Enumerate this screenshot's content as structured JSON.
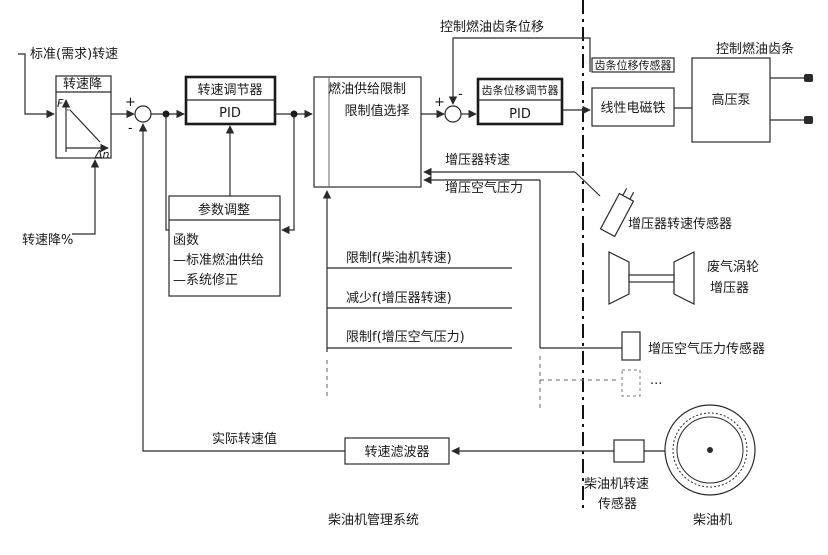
{
  "labels": {
    "std_speed": "标准(需求)转速",
    "speed_drop_box": "转速降",
    "speed_drop_pct": "转速降%",
    "axis_F": "F",
    "axis_dn": "Δn",
    "speed_regulator": "转速调节器",
    "pid1": "PID",
    "param_adjust": "参数调整",
    "func": "函数",
    "func_line1": "—标准燃油供给",
    "func_line2": "—系统修正",
    "fuel_limit": "燃油供给限制",
    "limit_select": "限制值选择",
    "ctrl_rack_pos": "控制燃油齿条位移",
    "rack_regulator": "齿条位移调节器",
    "pid2": "PID",
    "rack_sensor": "齿条位移传感器",
    "solenoid": "线性电磁铁",
    "hp_pump": "高压泵",
    "ctrl_rack": "控制燃油齿条",
    "turbo_speed": "增压器转速",
    "boost_pressure": "增压空气压力",
    "turbo_sensor": "增压器转速传感器",
    "turbocharger_l1": "废气涡轮",
    "turbocharger_l2": "增压器",
    "limit1": "限制f(柴油机转速)",
    "limit2": "减少f(增压器转速)",
    "limit3": "限制f(增压空气压力)",
    "boost_sensor": "增压空气压力传感器",
    "ellipsis": "···",
    "actual_speed": "实际转速值",
    "speed_filter": "转速滤波器",
    "engine_sensor_l1": "柴油机转速",
    "engine_sensor_l2": "传感器",
    "engine": "柴油机",
    "ems": "柴油机管理系统",
    "plus": "+",
    "minus": "-"
  }
}
